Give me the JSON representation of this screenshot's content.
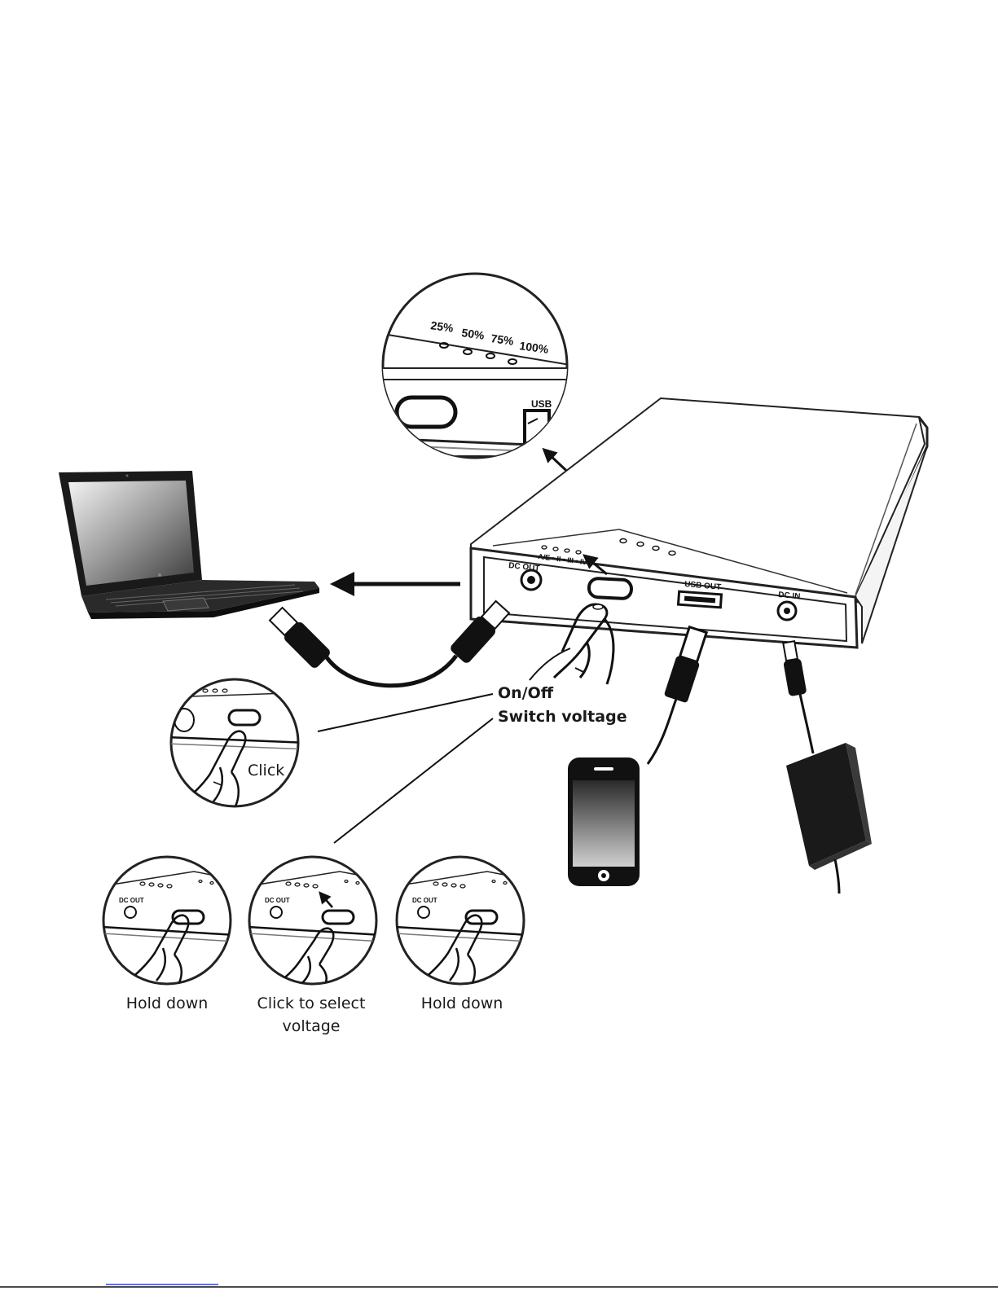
{
  "zoom_levels": {
    "pct_25": "25%",
    "pct_50": "50%",
    "pct_75": "75%",
    "pct_100": "100%",
    "usb_partial": "USB"
  },
  "device": {
    "dc_out": "DC OUT",
    "usb_out": "USB OUT",
    "dc_in": "DC IN",
    "voltage_marks": "A/E • II • III • IV"
  },
  "callouts": {
    "on_off": "On/Off",
    "switch_voltage": "Switch voltage",
    "click": "Click"
  },
  "steps": {
    "dc_out_small": "DC OUT",
    "hold_down_1": "Hold down",
    "click_select_line1": "Click to select",
    "click_select_line2": "voltage",
    "hold_down_2": "Hold down"
  },
  "icons": [
    "laptop-icon",
    "smartphone-icon",
    "power-adapter-icon",
    "usb-plug-icon",
    "dc-cable-icon",
    "finger-press-icon"
  ]
}
